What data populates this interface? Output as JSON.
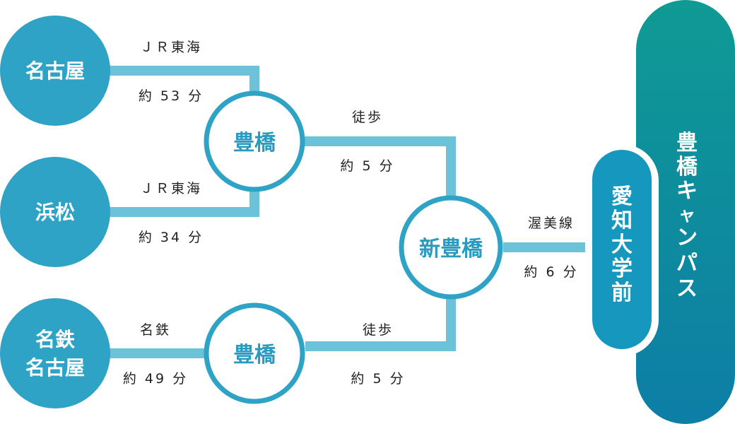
{
  "colors": {
    "origin_fill": "#2ea3c6",
    "line": "#6cc3d9",
    "ring": "#2ea3c6",
    "hub_text": "#2a9bc0",
    "label_text": "#222222",
    "station_fill": "#1697bd",
    "campus_top": "#0f9a94",
    "campus_bottom": "#0d7ea6"
  },
  "origins": {
    "nagoya": "名古屋",
    "hamamatsu": "浜松",
    "meitetsu_line1": "名鉄",
    "meitetsu_line2": "名古屋"
  },
  "hubs": {
    "toyohashi_jr": "豊橋",
    "toyohashi_meitetsu": "豊橋",
    "shin_toyohashi": "新豊橋"
  },
  "routes": {
    "nagoya_line": "ＪＲ東海",
    "nagoya_time": "約 53 分",
    "hamamatsu_line": "ＪＲ東海",
    "hamamatsu_time": "約 34 分",
    "meitetsu_line": "名鉄",
    "meitetsu_time": "約 49 分",
    "walk_top_mode": "徒歩",
    "walk_top_time": "約 5 分",
    "walk_bottom_mode": "徒歩",
    "walk_bottom_time": "約 5 分",
    "atsumi_line": "渥美線",
    "atsumi_time": "約 6 分"
  },
  "station": {
    "chars": [
      "愛",
      "知",
      "大",
      "学",
      "前"
    ]
  },
  "campus": {
    "chars": [
      "豊",
      "橋",
      "キ",
      "ャ",
      "ン",
      "パ",
      "ス"
    ]
  }
}
